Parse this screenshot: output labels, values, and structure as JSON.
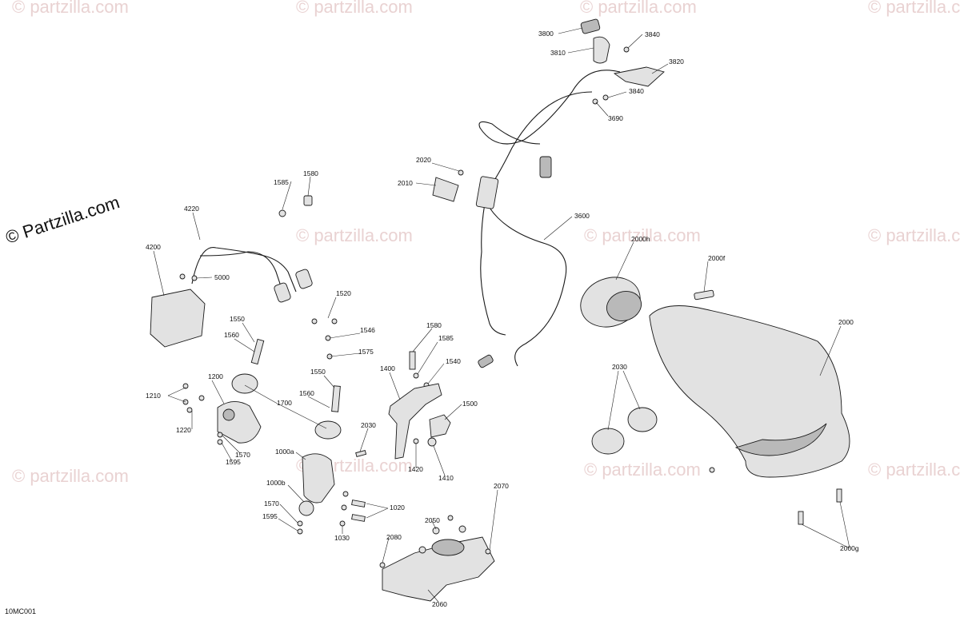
{
  "watermark": {
    "main": "© Partzilla.com",
    "faint": "© partzilla.com"
  },
  "diagram_code": "10MC001",
  "callouts": {
    "c3800": "3800",
    "c3810": "3810",
    "c3840a": "3840",
    "c3820": "3820",
    "c3840b": "3840",
    "c3690": "3690",
    "c2020": "2020",
    "c2010": "2010",
    "c3600": "3600",
    "c1585a": "1585",
    "c1580a": "1580",
    "c4220": "4220",
    "c4200": "4200",
    "c5000": "5000",
    "c2000h": "2000h",
    "c2000f": "2000f",
    "c1520": "1520",
    "c1550a": "1550",
    "c1546": "1546",
    "c1560a": "1560",
    "c1575": "1575",
    "c1580b": "1580",
    "c1585b": "1585",
    "c1540": "1540",
    "c1400": "1400",
    "c2000": "2000",
    "c1200": "1200",
    "c1550b": "1550",
    "c1210": "1210",
    "c1700": "1700",
    "c1560b": "1560",
    "c1500": "1500",
    "c2030a": "2030",
    "c2030b": "2030",
    "c1220": "1220",
    "c1570a": "1570",
    "c1595a": "1595",
    "c1000a": "1000a",
    "c1420": "1420",
    "c1410": "1410",
    "c1000b": "1000b",
    "c2070": "2070",
    "c1570b": "1570",
    "c1020": "1020",
    "c1595b": "1595",
    "c2050": "2050",
    "c1030": "1030",
    "c2080": "2080",
    "c2000g": "2000g",
    "c2060": "2060"
  }
}
